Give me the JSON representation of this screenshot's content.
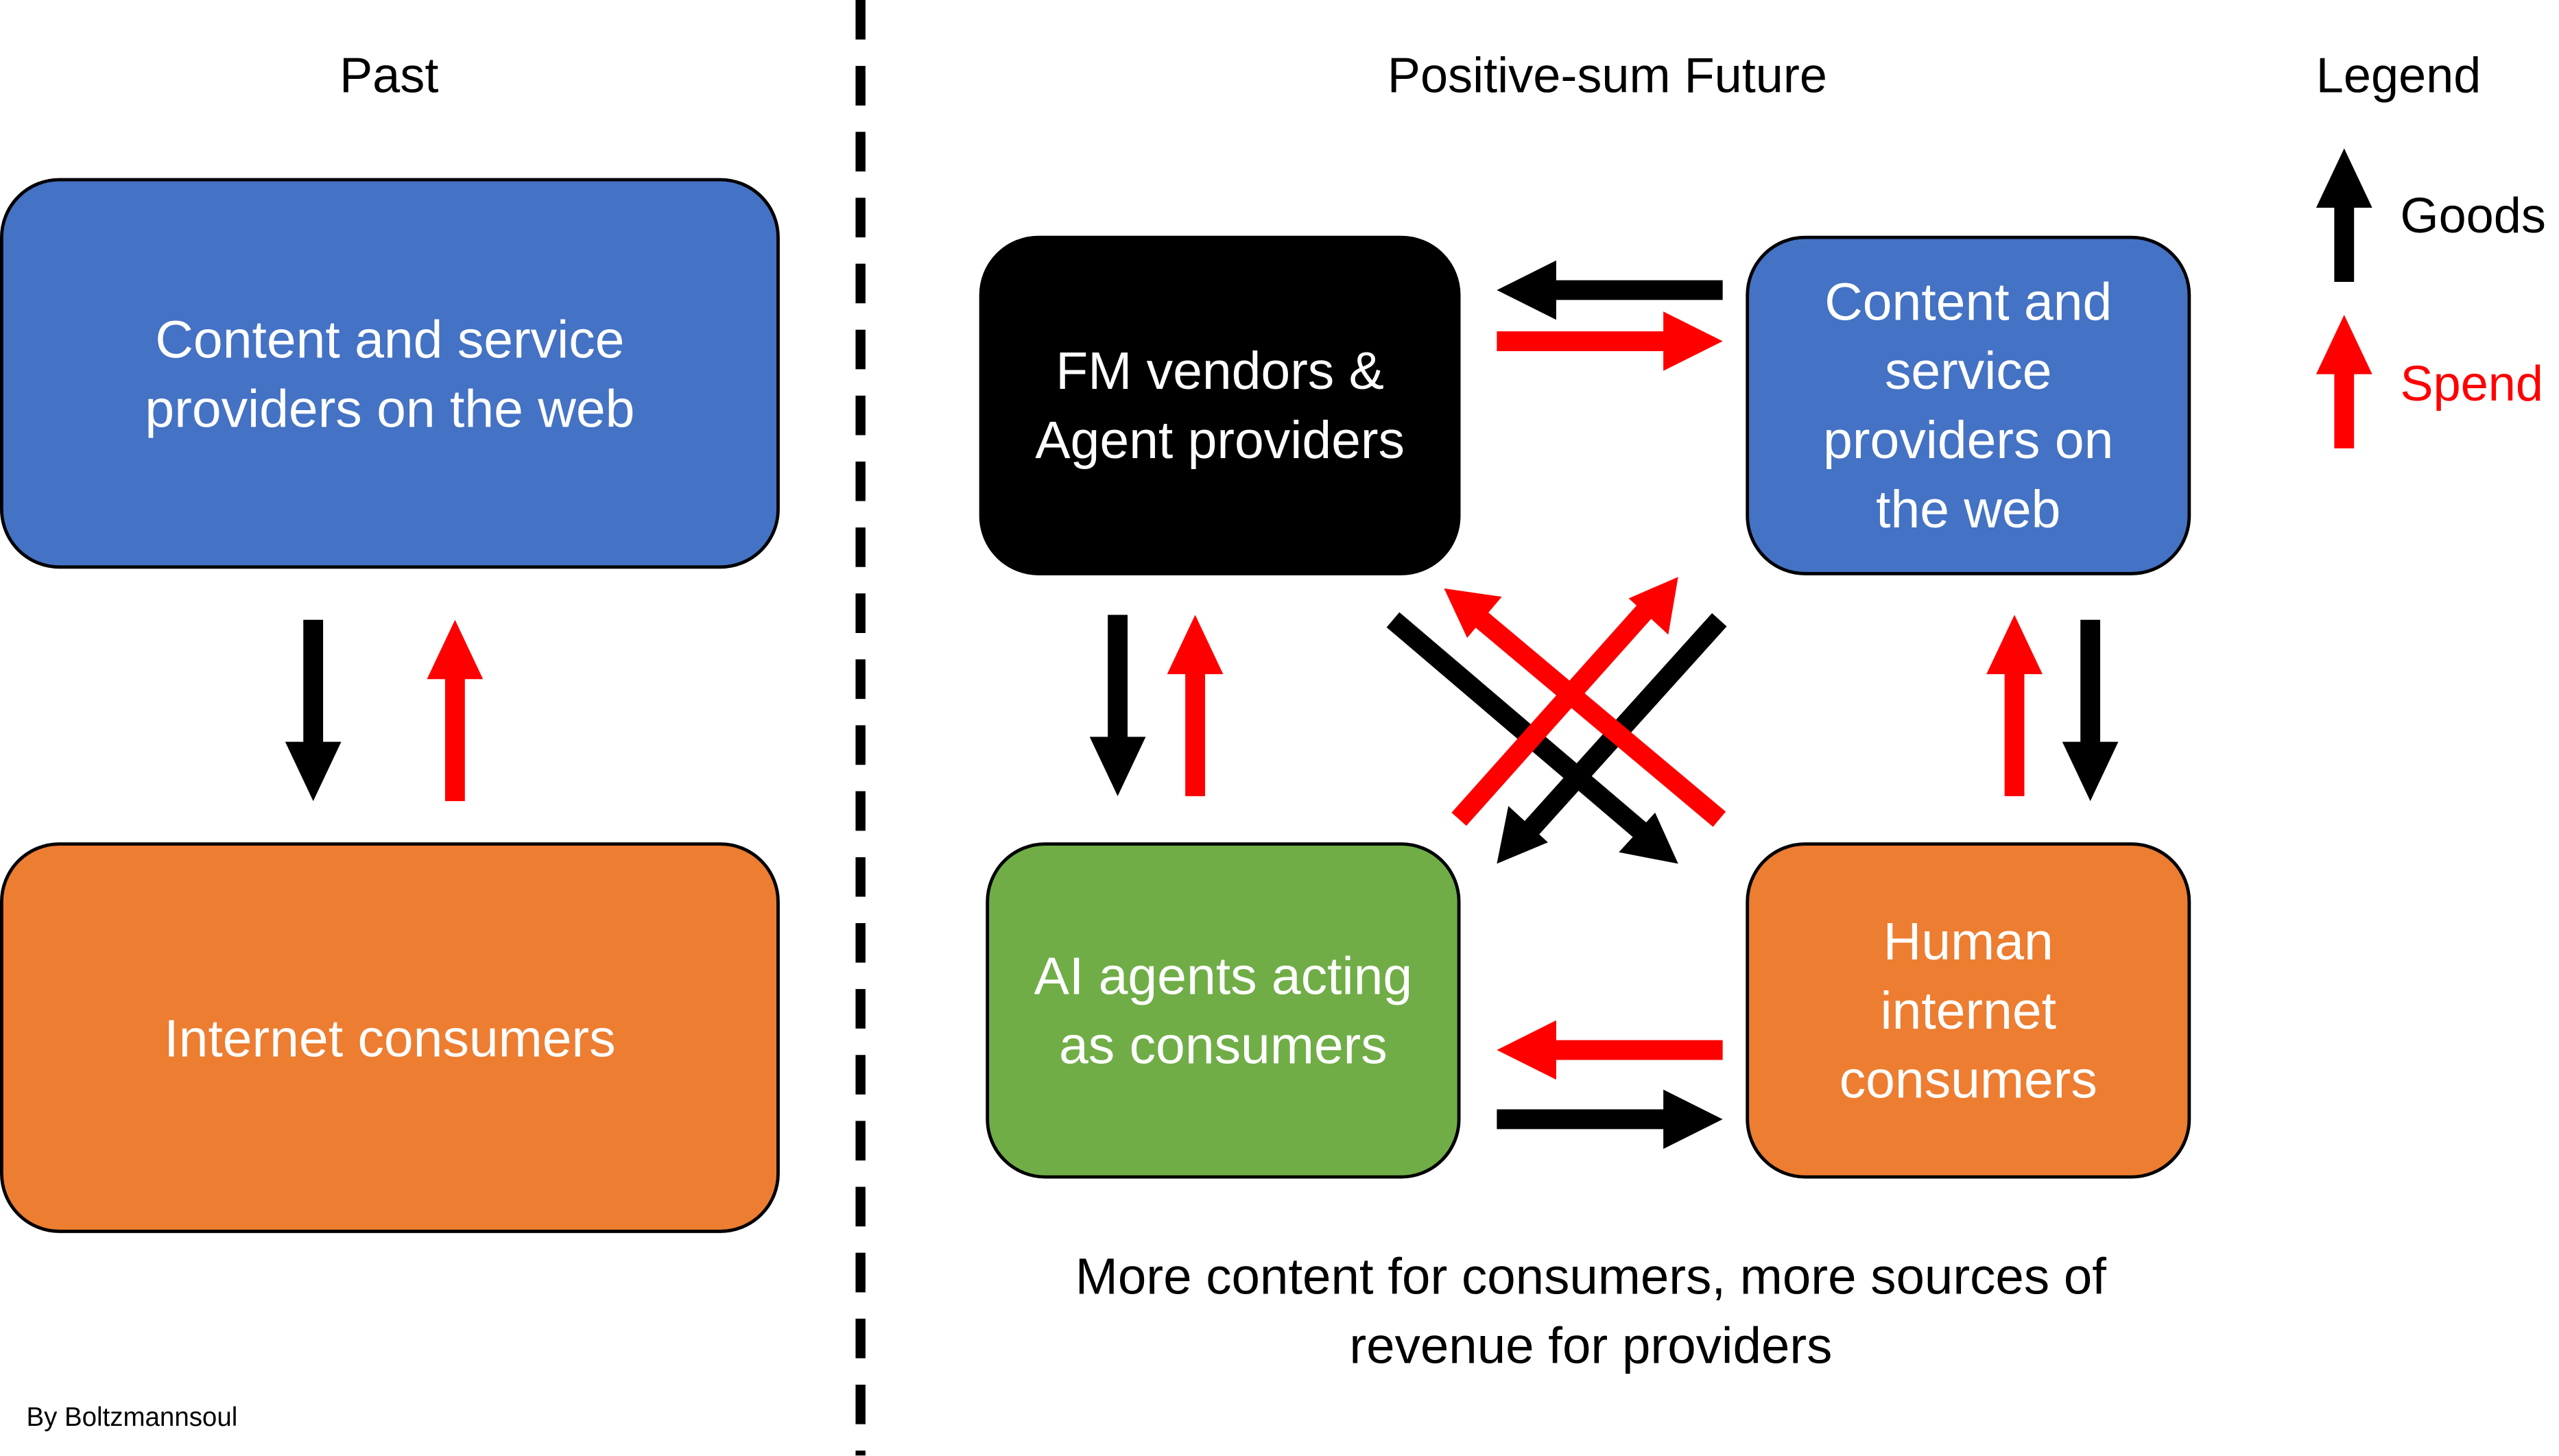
{
  "headings": {
    "past": "Past",
    "future": "Positive-sum Future",
    "legend": "Legend"
  },
  "past": {
    "providers": "Content and service\nproviders on the web",
    "consumers": "Internet consumers"
  },
  "future": {
    "fm_vendors": "FM vendors &\nAgent providers",
    "providers": "Content and\nservice\nproviders on\nthe web",
    "ai_agents": "AI agents acting\nas consumers",
    "human_consumers": "Human\ninternet\nconsumers"
  },
  "legend": {
    "goods_label": "Goods",
    "spend_label": "Spend"
  },
  "footer": "More content for consumers, more sources of\nrevenue for providers",
  "credit": "By Boltzmannsoul",
  "colors": {
    "goods": "#000000",
    "spend": "#ff0000",
    "provider_box": "#4472c4",
    "consumer_box": "#ed7d31",
    "agent_box": "#70ad47",
    "vendor_box": "#000000"
  }
}
